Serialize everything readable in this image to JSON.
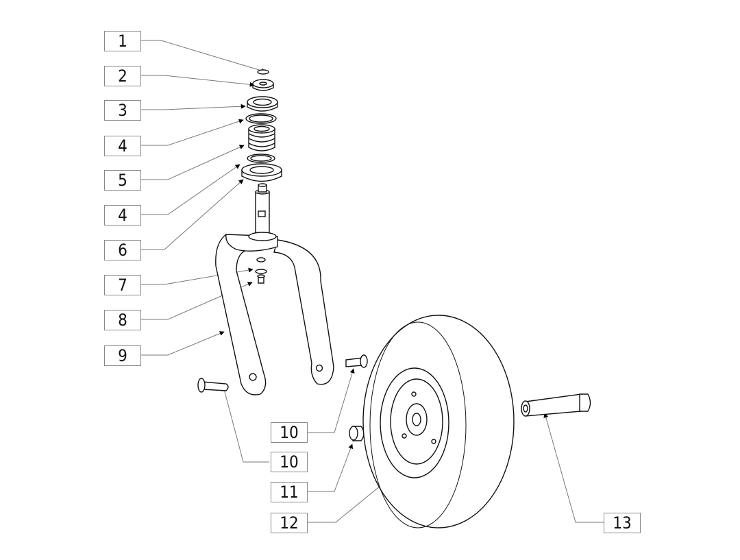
{
  "callouts": [
    {
      "id": "c1",
      "label": "1"
    },
    {
      "id": "c2",
      "label": "2"
    },
    {
      "id": "c3",
      "label": "3"
    },
    {
      "id": "c4a",
      "label": "4"
    },
    {
      "id": "c5",
      "label": "5"
    },
    {
      "id": "c4b",
      "label": "4"
    },
    {
      "id": "c6",
      "label": "6"
    },
    {
      "id": "c7",
      "label": "7"
    },
    {
      "id": "c8",
      "label": "8"
    },
    {
      "id": "c9",
      "label": "9"
    },
    {
      "id": "c10a",
      "label": "10"
    },
    {
      "id": "c10b",
      "label": "10"
    },
    {
      "id": "c11",
      "label": "11"
    },
    {
      "id": "c12",
      "label": "12"
    },
    {
      "id": "c13",
      "label": "13"
    }
  ],
  "colors": {
    "line": "#111111",
    "leader": "#777777",
    "box_border": "#888888",
    "fill": "#ffffff"
  }
}
